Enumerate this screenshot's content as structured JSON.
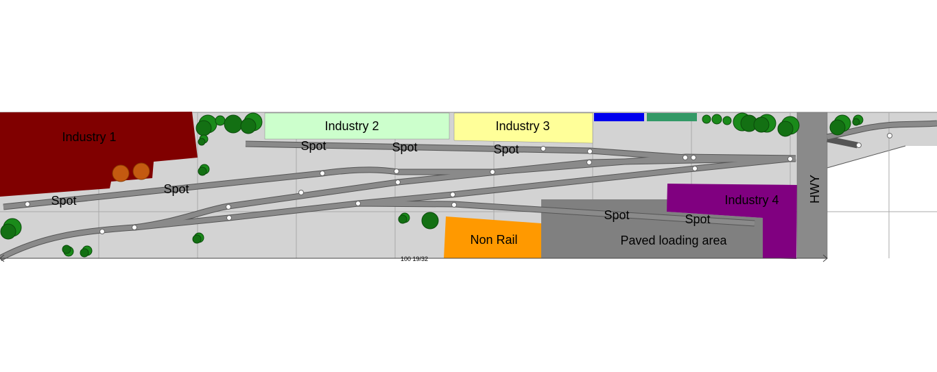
{
  "plan": {
    "industries": [
      {
        "label": "Industry 1",
        "color": "#800000"
      },
      {
        "label": "Industry 2",
        "color": "#ccffcc"
      },
      {
        "label": "Industry 3",
        "color": "#ffff99"
      },
      {
        "label": "Industry 4",
        "color": "#800080"
      }
    ],
    "non_rail": {
      "label": "Non Rail",
      "color": "#ff9900"
    },
    "paved": {
      "label": "Paved loading area",
      "color": "#808080"
    },
    "highway": {
      "label": "HWY"
    },
    "spot_labels": [
      "Spot",
      "Spot",
      "Spot",
      "Spot",
      "Spot",
      "Spot",
      "Spot"
    ],
    "dimension": "100 19/32",
    "colors": {
      "board": "#d3d3d3",
      "track": "#8a8a8a",
      "blue_block": "#0000ee",
      "green_block": "#339966",
      "tanks": "#c45a10"
    }
  }
}
